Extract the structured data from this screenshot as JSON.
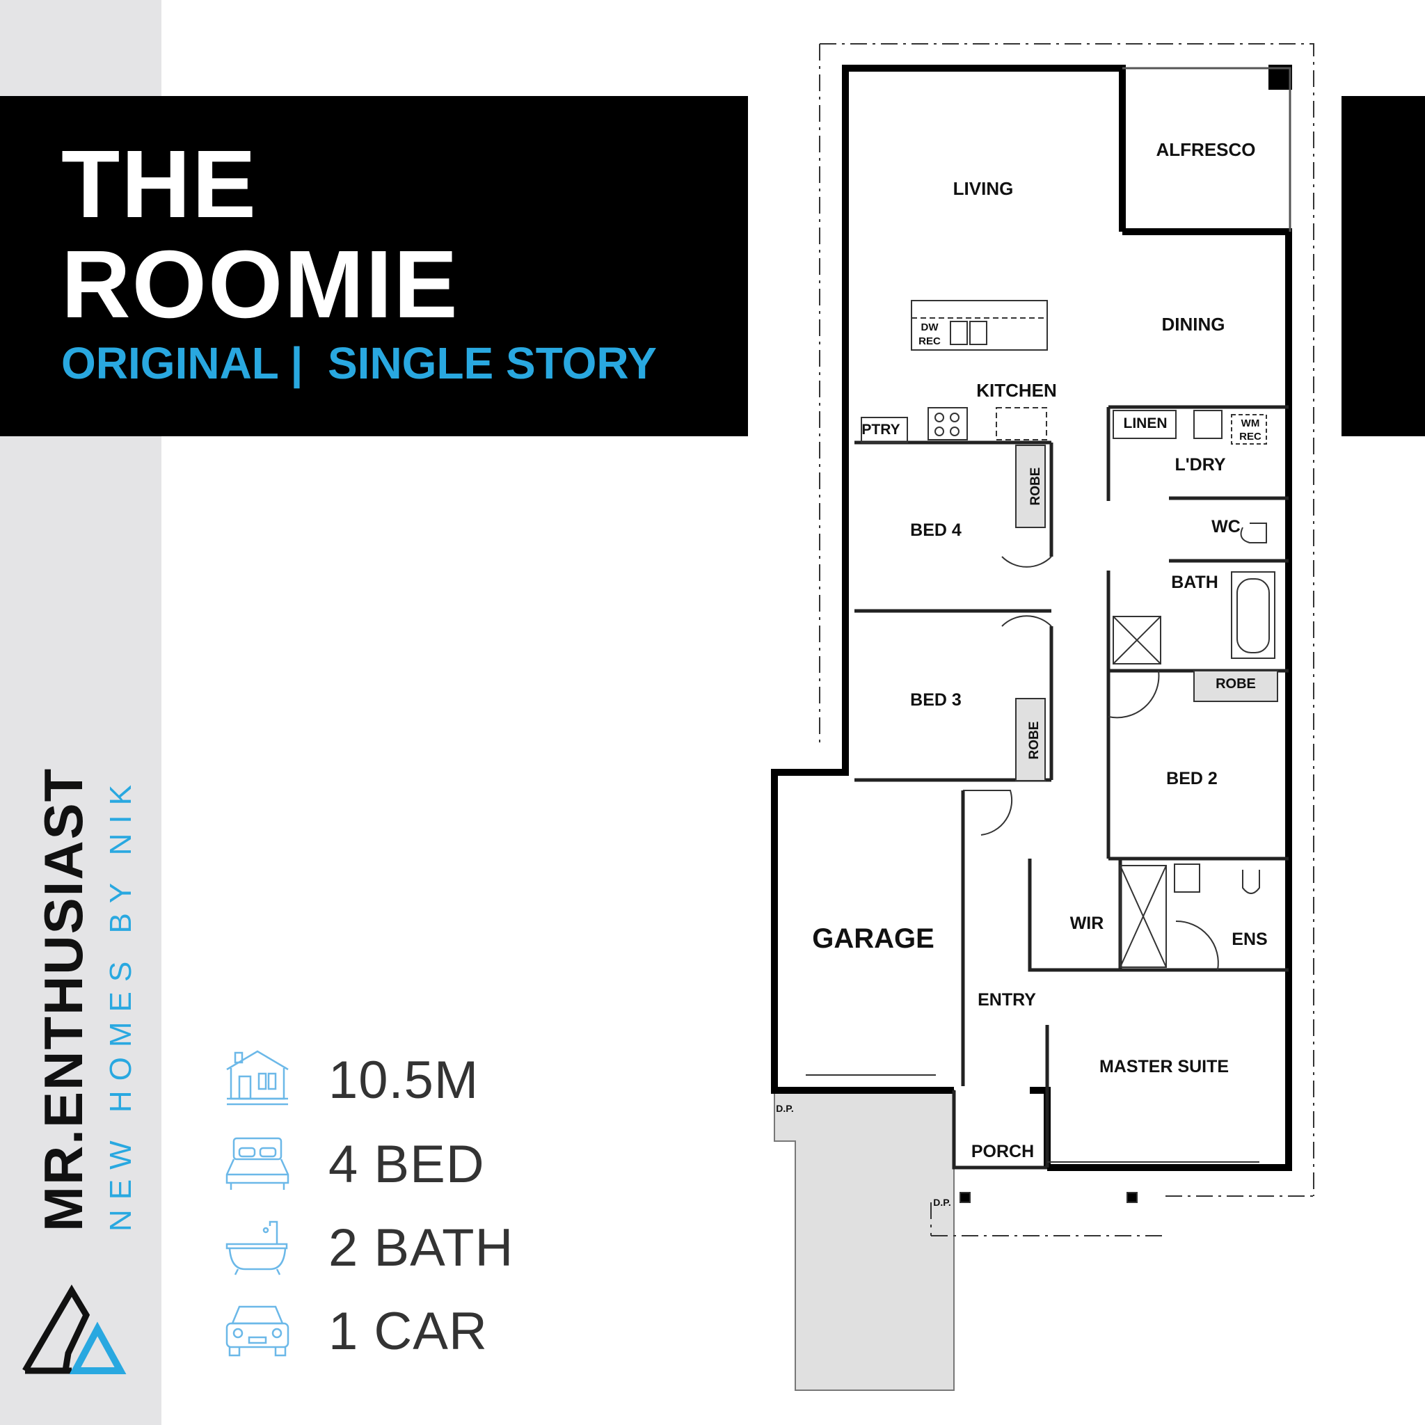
{
  "header": {
    "title_line1": "THE",
    "title_line2": "ROOMIE",
    "subtitle": "ORIGINAL |  SINGLE STORY"
  },
  "brand": {
    "name": "MR.ENTHUSIAST",
    "tagline": "NEW HOMES BY NIK"
  },
  "stats": [
    {
      "icon": "house-width-icon",
      "label": "10.5M"
    },
    {
      "icon": "bed-icon",
      "label": "4 BED"
    },
    {
      "icon": "bathtub-icon",
      "label": "2 BATH"
    },
    {
      "icon": "car-icon",
      "label": "1 CAR"
    }
  ],
  "plan": {
    "rooms": {
      "alfresco": "ALFRESCO",
      "living": "LIVING",
      "dining": "DINING",
      "kitchen": "KITCHEN",
      "dw": "DW",
      "dw_rec": "REC",
      "ptry": "PTRY",
      "linen": "LINEN",
      "wm": "WM",
      "wm_rec": "REC",
      "ldry": "L'DRY",
      "robe4": "ROBE",
      "bed4": "BED 4",
      "wc": "WC",
      "bath": "BATH",
      "robe2": "ROBE",
      "bed3": "BED 3",
      "robe3": "ROBE",
      "bed2": "BED 2",
      "garage": "GARAGE",
      "wir": "WIR",
      "ens": "ENS",
      "entry": "ENTRY",
      "master": "MASTER SUITE",
      "porch": "PORCH",
      "dp1": "D.P.",
      "dp2": "D.P."
    }
  },
  "colors": {
    "accent": "#29a8e0",
    "banner": "#000000",
    "strip": "#e4e4e6",
    "driveway": "#e0e0e0"
  }
}
